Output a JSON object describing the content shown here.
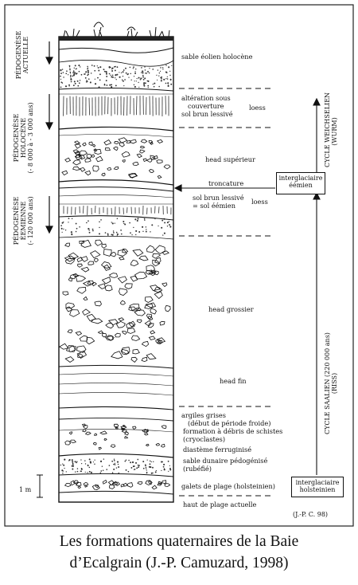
{
  "left_labels": [
    {
      "title": "PÉDOGENÈSE",
      "sub1": "ACTUELLE",
      "sub2": ""
    },
    {
      "title": "PÉDOGENÈSE",
      "sub1": "HOLOCÈNE",
      "sub2": "(- 8 000 à - 3 000 ans)"
    },
    {
      "title": "PÉDOGENÈSE",
      "sub1": "ÉEMIENNE",
      "sub2": "(- 120 000 ans)"
    }
  ],
  "layer_labels": [
    "sable éolien holocène",
    "altération sous",
    "couverture",
    "sol brun lessivé",
    "loess",
    "head supérieur",
    "troncature",
    "sol brun lessivé",
    "= sol éémien",
    "loess",
    "head grossier",
    "head fin",
    "argiles grises",
    "(début de période froide)",
    "formation à débris de schistes",
    "(cryoclastes)",
    "diastème ferruginisé",
    "sable dunaire pédogénisé",
    "(rubéfié)",
    "galets de plage (holsteinien)",
    "haut de plage actuelle"
  ],
  "right_boxes": {
    "eemien": [
      "interglaciaire",
      "éémien"
    ],
    "holsteinien": [
      "interglaciaire",
      "holsteinien"
    ]
  },
  "right_cycles": {
    "weichselien": [
      "CYCLE WEICHSELIEN",
      "(WURM)"
    ],
    "saalien": [
      "CYCLE SAALIEN (220 000 ans)",
      "(RISS)"
    ]
  },
  "scale_label": "1 m",
  "credit": "(J.-P. C. 98)",
  "caption": [
    "Les formations quaternaires de la Baie",
    "d’Ecalgrain (J.-P. Camuzard, 1998)"
  ]
}
